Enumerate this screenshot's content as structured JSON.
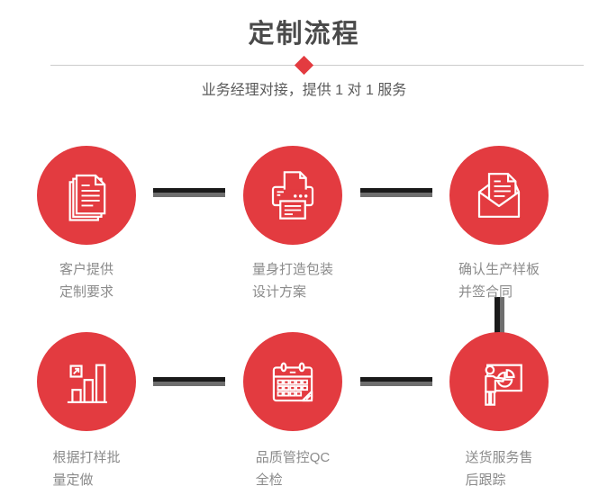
{
  "header": {
    "title": "定制流程",
    "subtitle": "业务经理对接，提供 1 对 1 服务"
  },
  "colors": {
    "accent": "#e33b40",
    "title_color": "#4a4a4a",
    "subtitle_color": "#5a5a5a",
    "label_color": "#8b8b8b",
    "divider": "#cccccc",
    "connector_dark": "#1a1a1a",
    "connector_light": "#6e6e6e"
  },
  "steps": [
    {
      "icon": "documents-icon",
      "line1": "客户提供",
      "line2": "定制要求"
    },
    {
      "icon": "printer-icon",
      "line1": "量身打造包装",
      "line2": "设计方案"
    },
    {
      "icon": "envelope-icon",
      "line1": "确认生产样板",
      "line2": "并签合同"
    },
    {
      "icon": "bar-chart-icon",
      "line1": "根据打样批",
      "line2": "量定做"
    },
    {
      "icon": "calendar-icon",
      "line1": "品质管控QC",
      "line2": "全检"
    },
    {
      "icon": "presentation-icon",
      "line1": "送货服务售",
      "line2": "后跟踪"
    }
  ]
}
